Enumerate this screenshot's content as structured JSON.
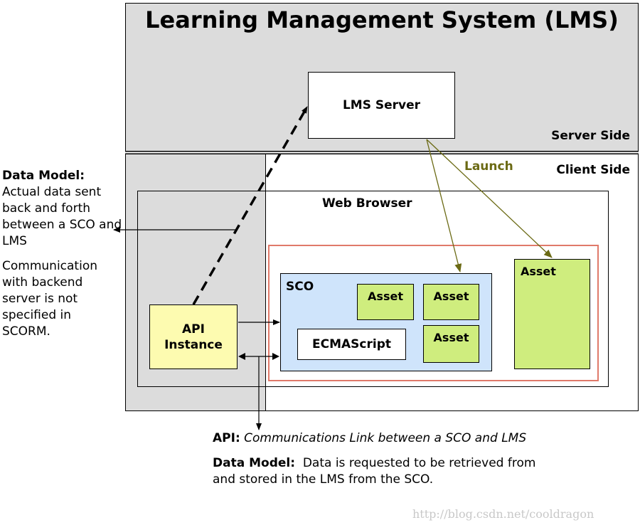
{
  "title": "Learning Management System (LMS)",
  "regions": {
    "server_side": "Server Side",
    "client_side": "Client Side"
  },
  "nodes": {
    "lms_server": "LMS Server",
    "web_browser": "Web Browser",
    "sco": "SCO",
    "asset_1": "Asset",
    "asset_2": "Asset",
    "asset_3": "Asset",
    "asset_4": "Asset",
    "ecmascript": "ECMAScript",
    "api_instance_line1": "API",
    "api_instance_line2": "Instance"
  },
  "edges": {
    "launch": "Launch"
  },
  "left_note": {
    "heading": "Data Model:",
    "body": "Actual data sent back and forth between a SCO and LMS",
    "paragraph2": "Communication with backend server is not specified in SCORM."
  },
  "bottom_note": {
    "api_heading": "API:",
    "api_body": "Communications Link between a SCO and LMS",
    "data_model_heading": "Data Model:",
    "data_model_body": "Data is requested to be retrieved from and stored in the LMS from the SCO."
  },
  "watermark": "http://blog.csdn.net/cooldragon",
  "colors": {
    "region_gray": "#dcdcdc",
    "sco_blue": "#cfe4fb",
    "asset_green": "#cfed7e",
    "api_yellow": "#fdfbb0",
    "launch_olive": "#6b6a14",
    "red_border": "#e07a6a"
  }
}
